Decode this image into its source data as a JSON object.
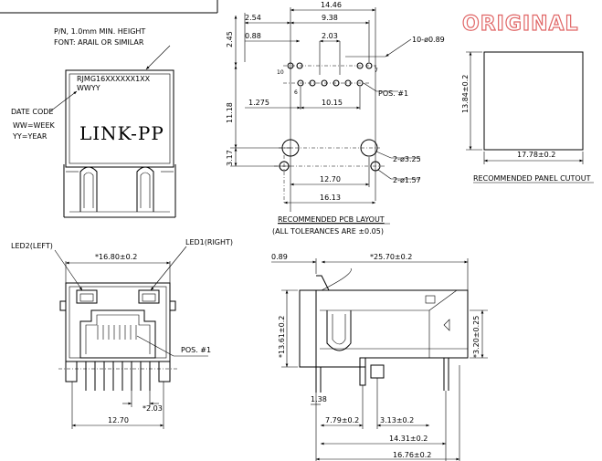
{
  "stamp": {
    "text": "ORIGINAL",
    "color": "#e06666"
  },
  "top_view": {
    "note_pn": "P/N, 1.0mm MIN. HEIGHT",
    "note_font": "FONT: ARAIL OR SIMILAR",
    "part_number": "RJMG16XXXXXX1XX",
    "date_format": "WWYY",
    "date_code_label": "DATE CODE",
    "ww_legend": "WW=WEEK",
    "yy_legend": "YY=YEAR",
    "brand": "LINK-PP"
  },
  "pcb_layout": {
    "dim_14_46": "14.46",
    "dim_2_54": "2.54",
    "dim_9_38": "9.38",
    "dim_2_45": "2.45",
    "dim_0_88": "0.88",
    "dim_2_03": "2.03",
    "hole_note": "10-ø0.89",
    "pin10": "10",
    "pin7": "7",
    "pin6": "6",
    "pos1": "POS. #1",
    "dim_1_275": "1.275",
    "dim_10_15": "10.15",
    "dim_11_18": "11.18",
    "dim_3_17": "3.17",
    "big_holes": "2-ø3.25",
    "small_holes": "2-ø1.57",
    "dim_12_70": "12.70",
    "dim_16_13": "16.13",
    "title": "RECOMMENDED PCB LAYOUT",
    "tolerance": "(ALL TOLERANCES ARE ±0.05)"
  },
  "panel_cutout": {
    "height": "13.84±0.2",
    "width": "17.78±0.2",
    "title": "RECOMMENDED PANEL CUTOUT"
  },
  "front_view": {
    "led2": "LED2(LEFT)",
    "led1": "LED1(RIGHT)",
    "width": "*16.80±0.2",
    "pos1": "POS. #1",
    "dim_2_03": "*2.03",
    "dim_12_70": "12.70"
  },
  "side_view": {
    "dim_0_89": "0.89",
    "length": "*25.70±0.2",
    "height": "*13.61±0.2",
    "dim_3_20": "*3.20±0.25",
    "dim_1_38": "1.38",
    "dim_7_79": "7.79±0.2",
    "dim_3_13": "3.13±0.2",
    "dim_14_31": "14.31±0.2",
    "dim_16_76": "16.76±0.2"
  }
}
